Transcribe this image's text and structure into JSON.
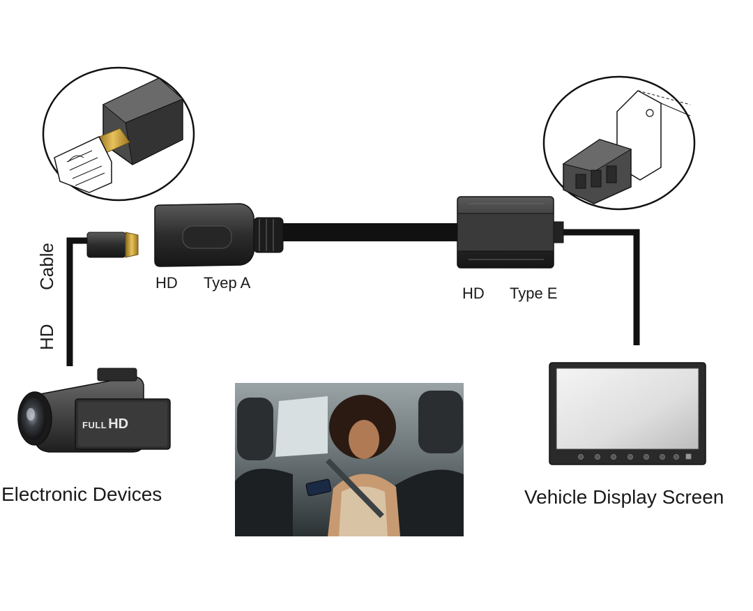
{
  "labels": {
    "hd_left": "HD",
    "type_a": "Tyep A",
    "hd_right": "HD",
    "type_e": "Type E",
    "cable_word": "Cable",
    "hd_vertical": "HD",
    "electronic_devices": "Electronic Devices",
    "vehicle_display": "Vehicle Display Screen",
    "camcorder_badge_top": "FULL",
    "camcorder_badge_hd": "HD"
  }
}
